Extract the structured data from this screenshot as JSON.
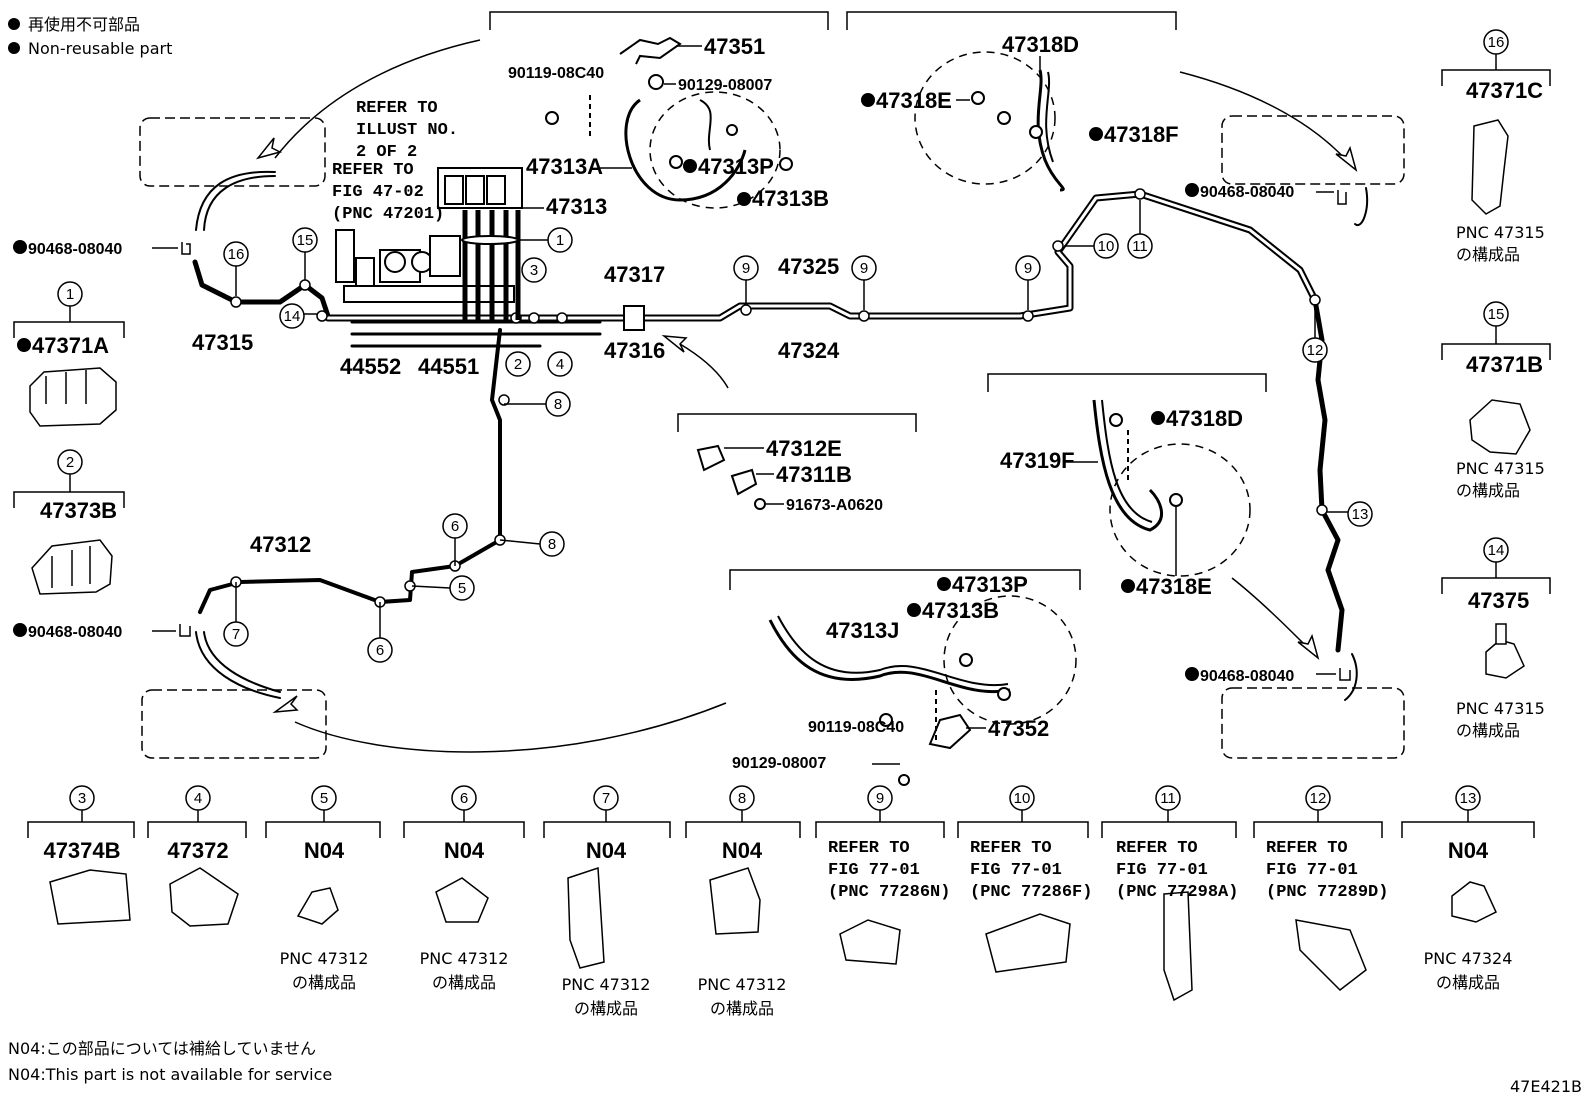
{
  "legend": {
    "jp": "再使用不可部品",
    "en": "Non-reusable part"
  },
  "notes": {
    "jp": "N04:この部品については補給していません",
    "en": "N04:This part is not available for service"
  },
  "figure_id": "47E421B",
  "refs": {
    "illust": [
      "REFER TO",
      "ILLUST NO.",
      "2 OF 2"
    ],
    "fig4702": [
      "REFER TO",
      "FIG 47-02",
      "(PNC 47201)"
    ]
  },
  "top_group1": {
    "p47351": "47351",
    "p90119": "90119-08C40",
    "p90129": "90129-08007",
    "p47313A": "47313A",
    "p47313P": "47313P",
    "p47313B": "47313B",
    "p47313": "47313"
  },
  "top_group2": {
    "p47318D": "47318D",
    "p47318E": "47318E",
    "p47318F": "47318F"
  },
  "main": {
    "p90468_a": "90468-08040",
    "p90468_b": "90468-08040",
    "p90468_c": "90468-08040",
    "p90468_d": "90468-08040",
    "p47315": "47315",
    "p44552": "44552",
    "p44551": "44551",
    "p47317": "47317",
    "p47316": "47316",
    "p47325": "47325",
    "p47324": "47324",
    "p47312": "47312"
  },
  "mid_group": {
    "p47312E": "47312E",
    "p47311B": "47311B",
    "p91673": "91673-A0620"
  },
  "right_mid": {
    "p47319F": "47319F",
    "p47318D": "47318D",
    "p47318E": "47318E"
  },
  "bottom_mid": {
    "p47313P": "47313P",
    "p47313B": "47313B",
    "p47313J": "47313J",
    "p90119": "90119-08C40",
    "p47352": "47352",
    "p90129": "90129-08007"
  },
  "left_parts": [
    {
      "num": "1",
      "part": "47371A"
    },
    {
      "num": "2",
      "part": "47373B"
    }
  ],
  "right_parts": [
    {
      "num": "16",
      "part": "47371C",
      "note1": "PNC 47315",
      "note2": "の構成品"
    },
    {
      "num": "15",
      "part": "47371B",
      "note1": "PNC 47315",
      "note2": "の構成品"
    },
    {
      "num": "14",
      "part": "47375",
      "note1": "PNC 47315",
      "note2": "の構成品"
    }
  ],
  "bottom_parts": [
    {
      "num": "3",
      "part": "47374B",
      "l1": "",
      "l2": "",
      "l3": "",
      "note1": "",
      "note2": ""
    },
    {
      "num": "4",
      "part": "47372",
      "l1": "",
      "l2": "",
      "l3": "",
      "note1": "",
      "note2": ""
    },
    {
      "num": "5",
      "part": "N04",
      "l1": "",
      "l2": "",
      "l3": "",
      "note1": "PNC 47312",
      "note2": "の構成品"
    },
    {
      "num": "6",
      "part": "N04",
      "l1": "",
      "l2": "",
      "l3": "",
      "note1": "PNC 47312",
      "note2": "の構成品"
    },
    {
      "num": "7",
      "part": "N04",
      "l1": "",
      "l2": "",
      "l3": "",
      "note1": "PNC 47312",
      "note2": "の構成品"
    },
    {
      "num": "8",
      "part": "N04",
      "l1": "",
      "l2": "",
      "l3": "",
      "note1": "PNC 47312",
      "note2": "の構成品"
    },
    {
      "num": "9",
      "part": "",
      "l1": "REFER TO",
      "l2": "FIG 77-01",
      "l3": "(PNC 77286N)",
      "note1": "",
      "note2": ""
    },
    {
      "num": "10",
      "part": "",
      "l1": "REFER TO",
      "l2": "FIG 77-01",
      "l3": "(PNC 77286F)",
      "note1": "",
      "note2": ""
    },
    {
      "num": "11",
      "part": "",
      "l1": "REFER TO",
      "l2": "FIG 77-01",
      "l3": "(PNC 77298A)",
      "note1": "",
      "note2": ""
    },
    {
      "num": "12",
      "part": "",
      "l1": "REFER TO",
      "l2": "FIG 77-01",
      "l3": "(PNC 77289D)",
      "note1": "",
      "note2": ""
    },
    {
      "num": "13",
      "part": "N04",
      "l1": "",
      "l2": "",
      "l3": "",
      "note1": "PNC 47324",
      "note2": "の構成品"
    }
  ],
  "callouts": {
    "c1": "1",
    "c2": "2",
    "c3": "3",
    "c4": "4",
    "c5": "5",
    "c6": "6",
    "c6b": "6",
    "c7": "7",
    "c8": "8",
    "c8b": "8",
    "c9a": "9",
    "c9b": "9",
    "c9c": "9",
    "c10": "10",
    "c11": "11",
    "c12": "12",
    "c13": "13",
    "c14": "14",
    "c15": "15",
    "c16": "16"
  },
  "icons": {
    "bullet": "filled-circle-icon",
    "clamp": "clamp-icon",
    "bolt": "bolt-icon",
    "bracket": "bracket-icon"
  }
}
